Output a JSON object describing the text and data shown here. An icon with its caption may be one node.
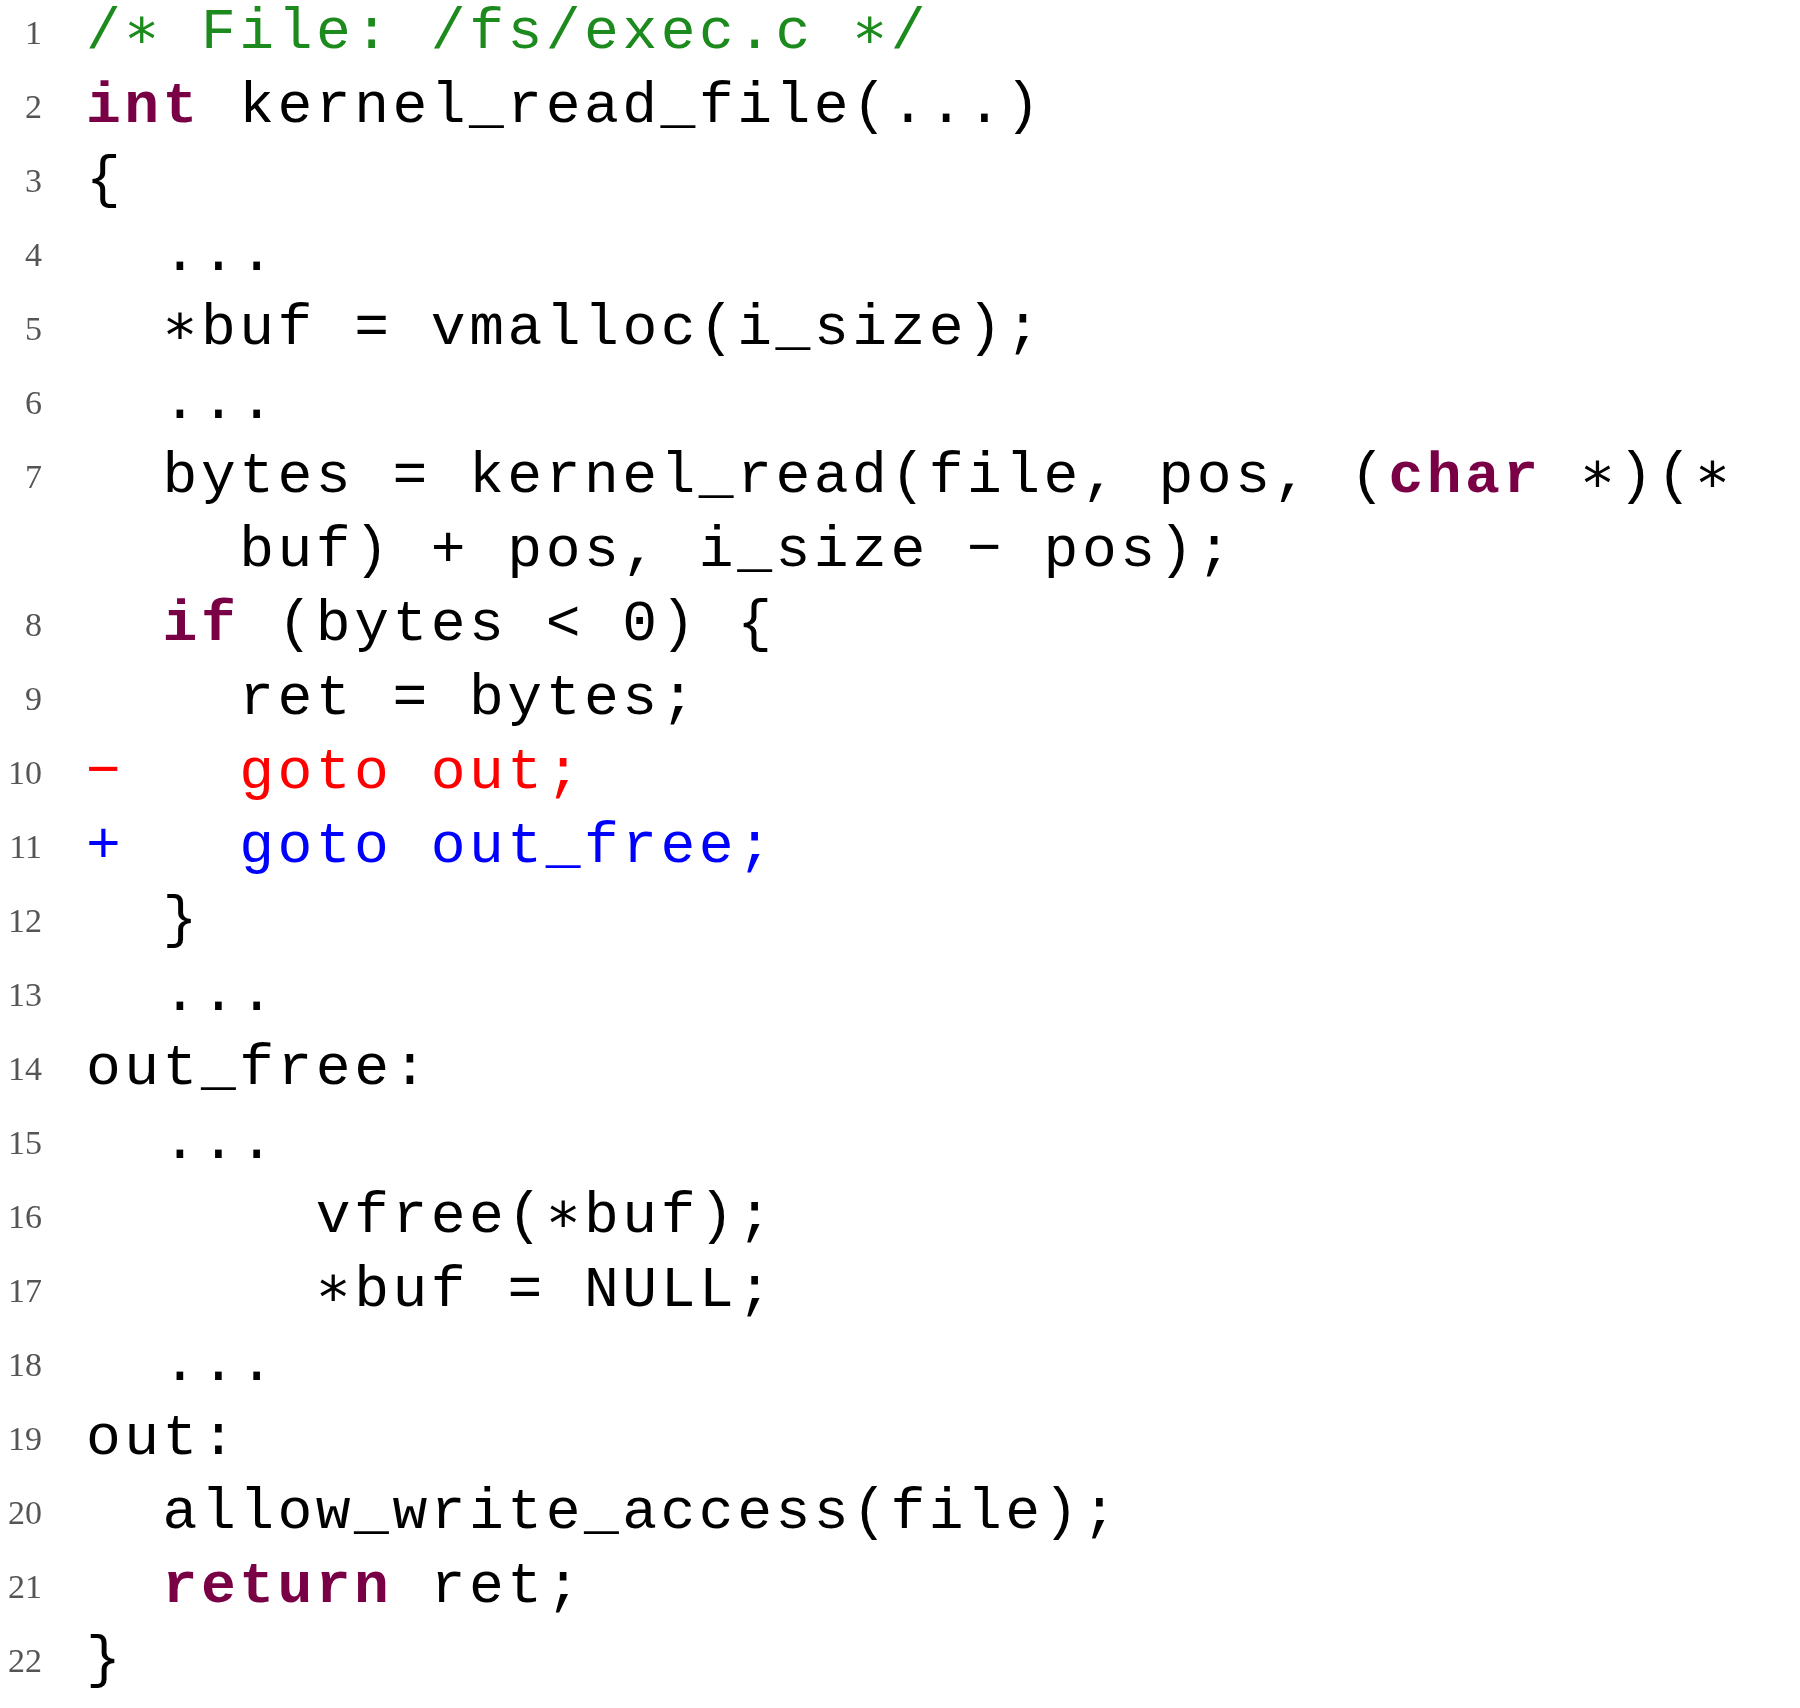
{
  "diagram": {
    "labels": [
      "1",
      "/∗ File: /fs/exec.c ∗/",
      "2",
      "**int** kernel_read_file(...)",
      "3",
      "{",
      "4",
      "...",
      "5",
      "∗buf = vmalloc(i_size);",
      "6",
      "...",
      "7",
      "bytes = kernel_read(file, pos, (**char** ∗)(∗ buf) + pos, i_size − pos);",
      "8",
      "**if** (bytes < 0) {",
      "9",
      "ret = bytes;",
      "10",
      "−",
      "goto out;",
      "11",
      "+",
      "goto out_free;",
      "12",
      "}",
      "13",
      "...",
      "14",
      "out_free:",
      "15",
      "...",
      "16",
      "vfree(∗buf);",
      "17",
      "∗buf = NULL;",
      "18",
      "...",
      "19",
      "out:",
      "20",
      "allow_write_access(file);",
      "21",
      "**return** ret;",
      "22",
      "}"
    ]
  }
}
